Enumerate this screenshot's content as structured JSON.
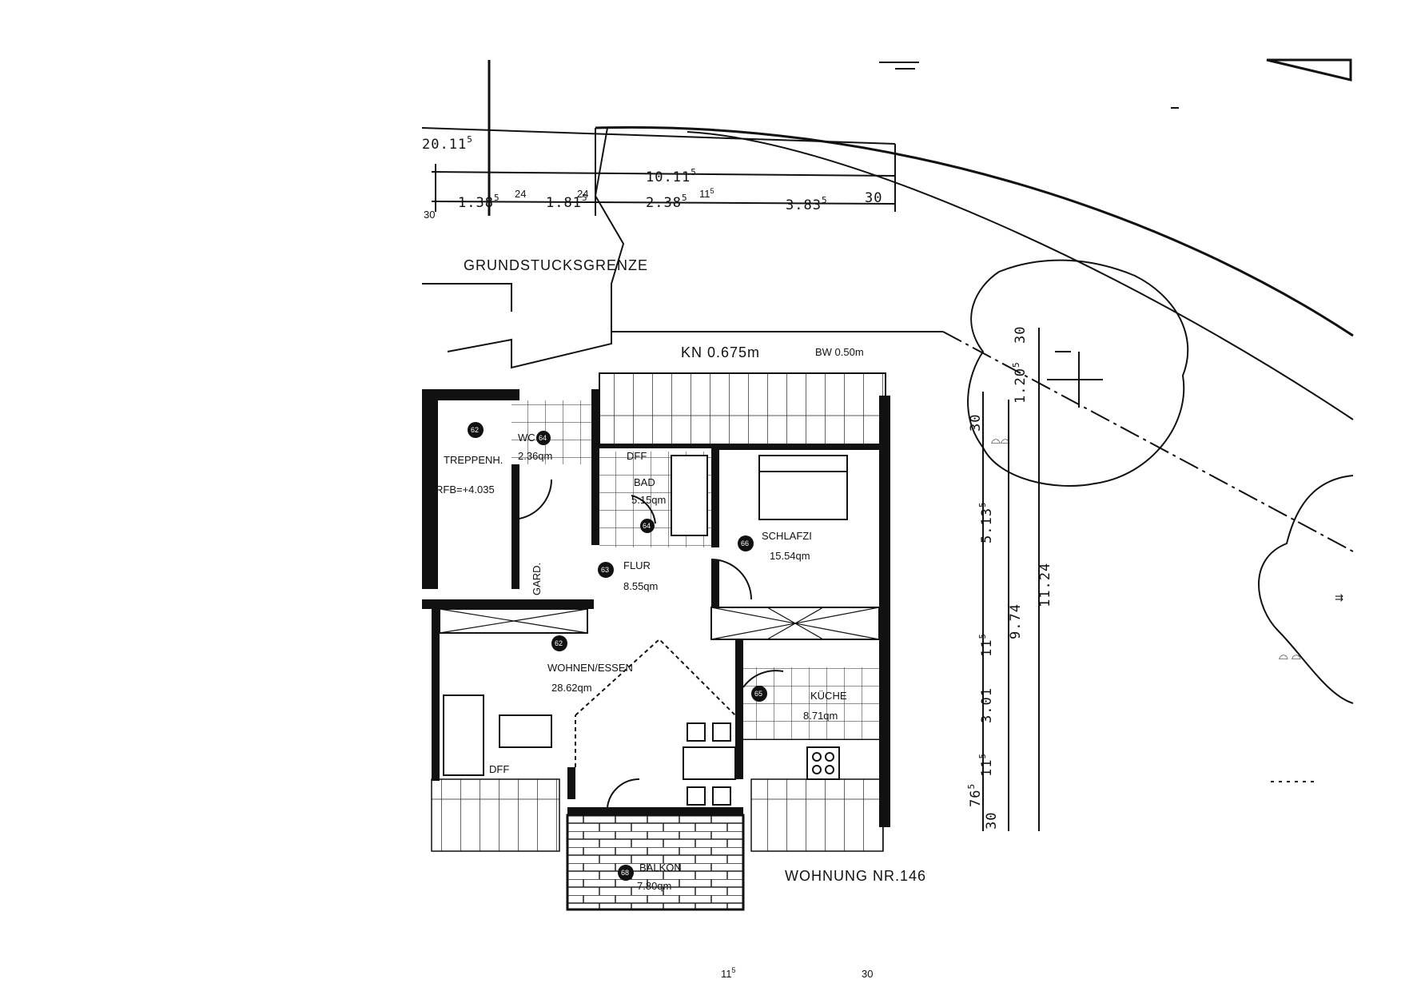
{
  "plan": {
    "unit_label": "WOHNUNG NR.146",
    "boundary_label": "GRUNDSTUCKSGRENZE",
    "kn_label": "KN 0.675m",
    "bw_label": "BW 0.50m",
    "dims_top": {
      "total": "20.11",
      "total_sup": "5",
      "mid": "10.11",
      "mid_sup": "5",
      "seg1": "1.38",
      "seg1_sup": "5",
      "seg1_gap": "24",
      "seg2": "1.81",
      "seg2_sup": "5",
      "seg2_gap": "24",
      "seg3": "2.38",
      "seg3_sup": "5",
      "seg3_gap": "11",
      "seg3_gap_sup": "5",
      "seg4": "3.83",
      "seg4_sup": "5",
      "seg4_gap": "30",
      "left_30": "30"
    },
    "dims_right": {
      "a": "1.20",
      "a_sup": "5",
      "a_30": "30",
      "b": "30",
      "c": "5.13",
      "c_sup": "5",
      "d": "11",
      "d_sup": "5",
      "e": "3.01",
      "f": "11",
      "f_sup": "5",
      "g": "76",
      "g_sup": "5",
      "h": "30",
      "i": "9.74",
      "j": "11.24"
    },
    "dims_bottom": {
      "a": "11",
      "a_sup": "5",
      "b": "30"
    },
    "rooms": [
      {
        "id": "treppenh",
        "number": "62",
        "name": "TREPPENH.",
        "area": "RFB=+4.035"
      },
      {
        "id": "wc",
        "number": "64",
        "name": "WC",
        "area": "2.36qm"
      },
      {
        "id": "bad",
        "number": "",
        "name": "BAD",
        "area": "5.15qm"
      },
      {
        "id": "schlafzi",
        "number": "66",
        "name": "SCHLAFZI",
        "area": "15.54qm"
      },
      {
        "id": "flur",
        "number": "63",
        "name": "FLUR",
        "area": "8.55qm"
      },
      {
        "id": "wohnen",
        "number": "62",
        "name": "WOHNEN/ESSEN",
        "area": "28.62qm"
      },
      {
        "id": "kueche",
        "number": "65",
        "name": "KÜCHE",
        "area": "8.71qm"
      },
      {
        "id": "balkon",
        "number": "68",
        "name": "BALKON",
        "area": "7.80qm"
      }
    ],
    "small_labels": {
      "dff1": "DFF",
      "dff2": "DFF",
      "bad_door_num": "64",
      "garderobe": "GARD."
    }
  }
}
